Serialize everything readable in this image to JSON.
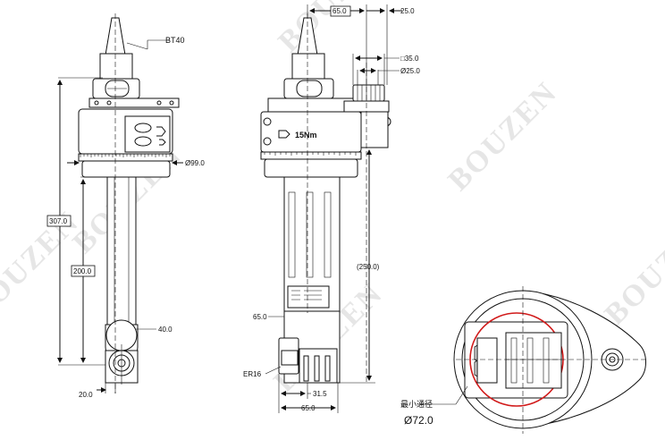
{
  "watermark": "BOUZEN",
  "left_view": {
    "bt_label": "BT40",
    "dim_total_length": "307.0",
    "dim_arm_length": "200.0",
    "dim_body_diameter": "Ø99.0",
    "dim_arm_width": "40.0",
    "dim_offset": "20.0"
  },
  "side_view": {
    "dim_top_offset": "65.0",
    "dim_top_spindle": "25.0",
    "dim_square": "□35.0",
    "dim_shaft_diameter": "Ø25.0",
    "torque_label": "15Nm",
    "dim_reach": "(250.0)",
    "dim_left_offset": "65.0",
    "collet_label": "ER16",
    "dim_head_width": "31.5",
    "dim_bottom_width": "65.0"
  },
  "bottom_view": {
    "min_bore_label": "最小通径",
    "min_bore_value": "Ø72.0",
    "accent_color": "#d11a1a"
  }
}
